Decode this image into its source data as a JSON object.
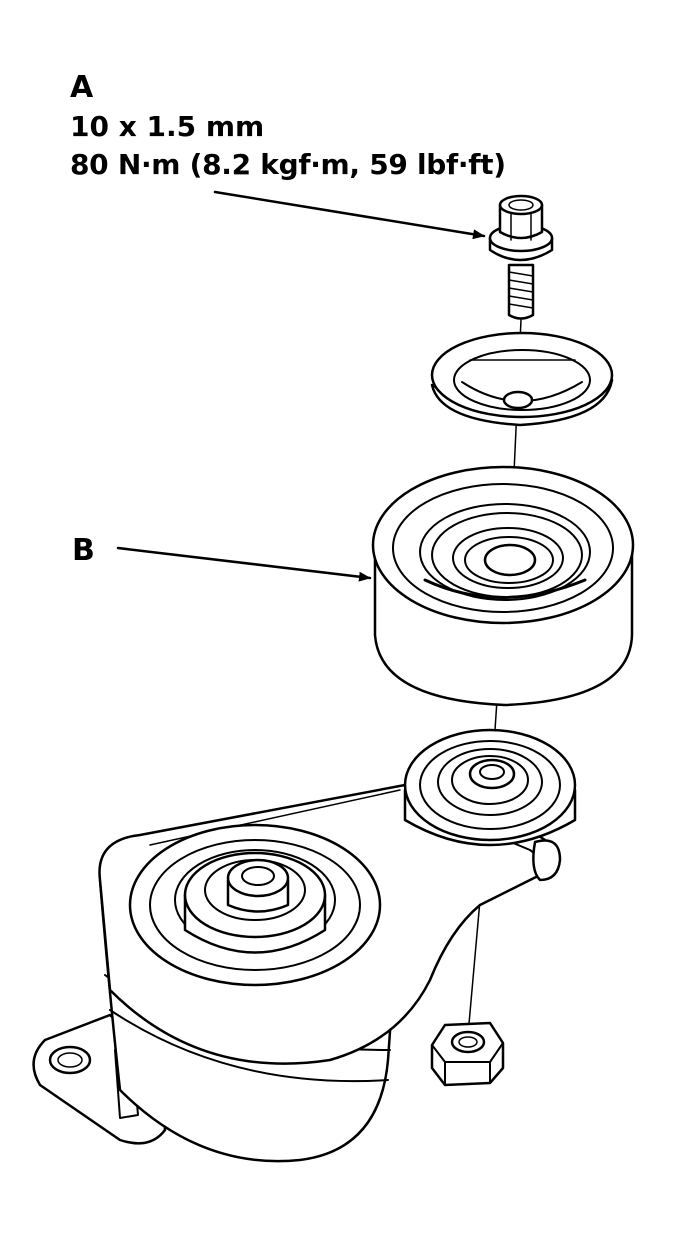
{
  "callouts": {
    "a": {
      "letter": "A",
      "size": "10 x 1.5 mm",
      "torque": "80 N·m (8.2 kgf·m, 59 lbf·ft)"
    },
    "b": {
      "letter": "B"
    }
  },
  "colors": {
    "ink": "#000000",
    "paper": "#ffffff"
  }
}
